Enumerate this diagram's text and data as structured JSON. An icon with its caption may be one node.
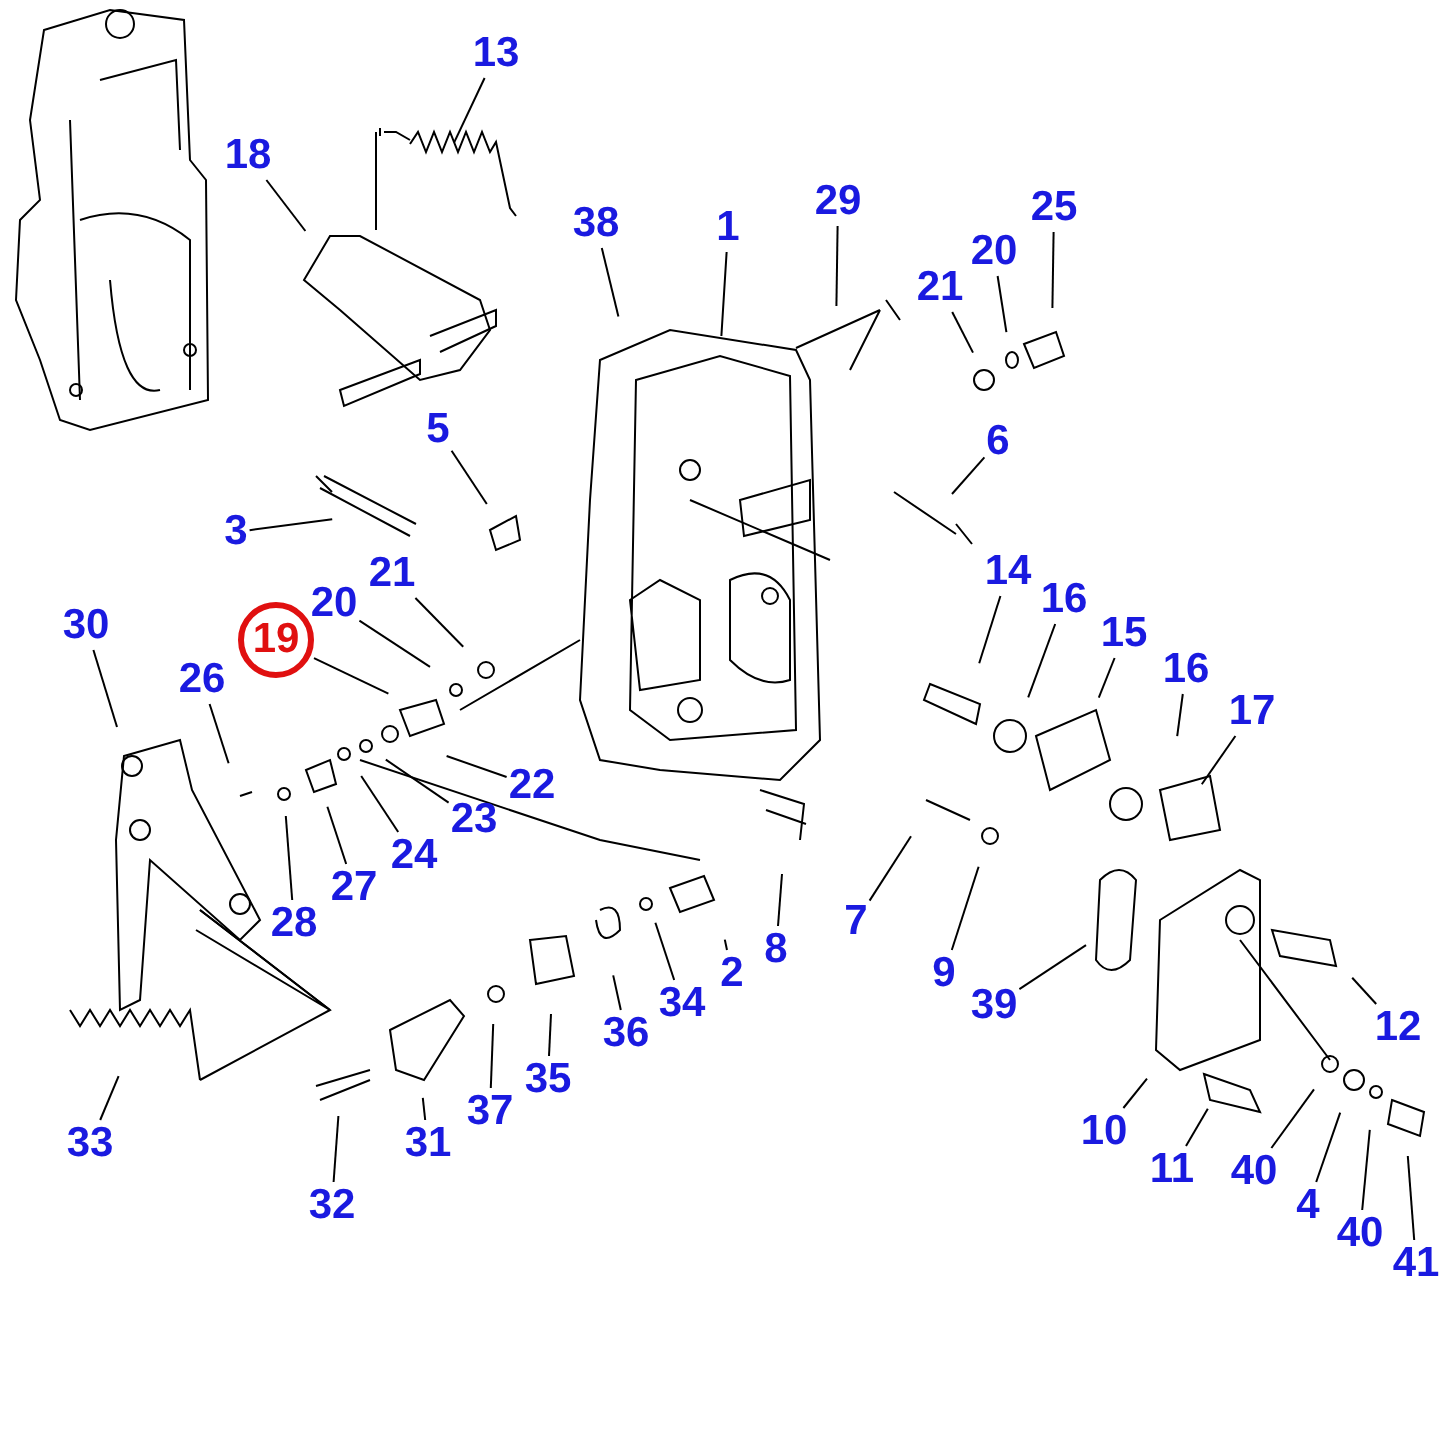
{
  "diagram": {
    "nodes": [
      {
        "text": [
          "13"
        ]
      },
      {
        "text": [
          "18"
        ]
      },
      {
        "text": [
          "38"
        ]
      },
      {
        "text": [
          "1"
        ]
      },
      {
        "text": [
          "29"
        ]
      },
      {
        "text": [
          "21"
        ]
      },
      {
        "text": [
          "20"
        ]
      },
      {
        "text": [
          "25"
        ]
      },
      {
        "text": [
          "5"
        ]
      },
      {
        "text": [
          "6"
        ]
      },
      {
        "text": [
          "3"
        ]
      },
      {
        "text": [
          "21"
        ]
      },
      {
        "text": [
          "20"
        ]
      },
      {
        "text": [
          "19"
        ]
      },
      {
        "text": [
          "30"
        ]
      },
      {
        "text": [
          "26"
        ]
      },
      {
        "text": [
          "14"
        ]
      },
      {
        "text": [
          "16"
        ]
      },
      {
        "text": [
          "15"
        ]
      },
      {
        "text": [
          "16"
        ]
      },
      {
        "text": [
          "17"
        ]
      },
      {
        "text": [
          "22"
        ]
      },
      {
        "text": [
          "23"
        ]
      },
      {
        "text": [
          "24"
        ]
      },
      {
        "text": [
          "27"
        ]
      },
      {
        "text": [
          "28"
        ]
      },
      {
        "text": [
          "8"
        ]
      },
      {
        "text": [
          "7"
        ]
      },
      {
        "text": [
          "9"
        ]
      },
      {
        "text": [
          "39"
        ]
      },
      {
        "text": [
          "12"
        ]
      },
      {
        "text": [
          "2"
        ]
      },
      {
        "text": [
          "34"
        ]
      },
      {
        "text": [
          "36"
        ]
      },
      {
        "text": [
          "35"
        ]
      },
      {
        "text": [
          "37"
        ]
      },
      {
        "text": [
          "31"
        ]
      },
      {
        "text": [
          "32"
        ]
      },
      {
        "text": [
          "33"
        ]
      },
      {
        "text": [
          "10"
        ]
      },
      {
        "text": [
          "11"
        ]
      },
      {
        "text": [
          "40"
        ]
      },
      {
        "text": [
          "4"
        ]
      },
      {
        "text": [
          "40"
        ]
      },
      {
        "text": [
          "41"
        ]
      }
    ],
    "edges": [
      {
        "from": 0,
        "to": null,
        "arrow": "none"
      },
      {
        "from": 1,
        "to": null,
        "arrow": "none"
      },
      {
        "from": 2,
        "to": null,
        "arrow": "none"
      },
      {
        "from": 3,
        "to": null,
        "arrow": "none"
      },
      {
        "from": 4,
        "to": null,
        "arrow": "none"
      },
      {
        "from": 5,
        "to": null,
        "arrow": "none"
      },
      {
        "from": 6,
        "to": null,
        "arrow": "none"
      },
      {
        "from": 7,
        "to": null,
        "arrow": "none"
      },
      {
        "from": 8,
        "to": null,
        "arrow": "none"
      },
      {
        "from": 9,
        "to": null,
        "arrow": "none"
      },
      {
        "from": 10,
        "to": null,
        "arrow": "none"
      },
      {
        "from": 11,
        "to": null,
        "arrow": "none"
      },
      {
        "from": 12,
        "to": null,
        "arrow": "none"
      },
      {
        "from": 13,
        "to": null,
        "arrow": "none"
      },
      {
        "from": 14,
        "to": null,
        "arrow": "none"
      },
      {
        "from": 15,
        "to": null,
        "arrow": "none"
      },
      {
        "from": 16,
        "to": null,
        "arrow": "none"
      },
      {
        "from": 17,
        "to": null,
        "arrow": "none"
      },
      {
        "from": 18,
        "to": null,
        "arrow": "none"
      },
      {
        "from": 19,
        "to": null,
        "arrow": "none"
      },
      {
        "from": 20,
        "to": null,
        "arrow": "none"
      },
      {
        "from": 21,
        "to": null,
        "arrow": "none"
      },
      {
        "from": 22,
        "to": null,
        "arrow": "none"
      },
      {
        "from": 23,
        "to": null,
        "arrow": "none"
      },
      {
        "from": 24,
        "to": null,
        "arrow": "none"
      },
      {
        "from": 25,
        "to": null,
        "arrow": "none"
      },
      {
        "from": 26,
        "to": null,
        "arrow": "none"
      },
      {
        "from": 27,
        "to": null,
        "arrow": "none"
      },
      {
        "from": 28,
        "to": null,
        "arrow": "none"
      },
      {
        "from": 29,
        "to": null,
        "arrow": "none"
      },
      {
        "from": 30,
        "to": null,
        "arrow": "none"
      },
      {
        "from": 31,
        "to": null,
        "arrow": "none"
      },
      {
        "from": 32,
        "to": null,
        "arrow": "none"
      },
      {
        "from": 33,
        "to": null,
        "arrow": "none"
      },
      {
        "from": 34,
        "to": null,
        "arrow": "none"
      },
      {
        "from": 35,
        "to": null,
        "arrow": "none"
      },
      {
        "from": 36,
        "to": null,
        "arrow": "none"
      },
      {
        "from": 37,
        "to": null,
        "arrow": "none"
      },
      {
        "from": 38,
        "to": null,
        "arrow": "none"
      },
      {
        "from": 39,
        "to": null,
        "arrow": "none"
      },
      {
        "from": 40,
        "to": null,
        "arrow": "none"
      },
      {
        "from": 41,
        "to": null,
        "arrow": "none"
      },
      {
        "from": 42,
        "to": null,
        "arrow": "none"
      },
      {
        "from": 43,
        "to": null,
        "arrow": "none"
      },
      {
        "from": 44,
        "to": null,
        "arrow": "none"
      }
    ]
  }
}
